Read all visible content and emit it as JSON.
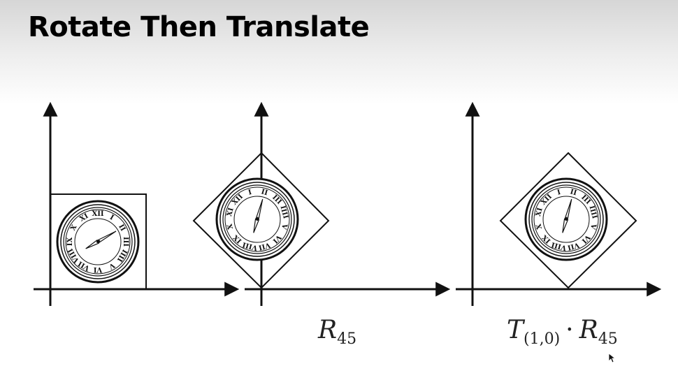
{
  "slide": {
    "title": "Rotate Then Translate"
  },
  "labels": {
    "first": {
      "main": "R",
      "sub": "45"
    },
    "second": {
      "main_t": "T",
      "sub_t": "(1,0)",
      "dot": "·",
      "main_r": "R",
      "sub_r": "45"
    }
  },
  "clock": {
    "numerals": [
      "XII",
      "I",
      "II",
      "III",
      "IIII",
      "V",
      "VI",
      "VII",
      "VIII",
      "IX",
      "X",
      "XI"
    ]
  },
  "colors": {
    "stroke": "#111111",
    "background": "#ffffff"
  }
}
